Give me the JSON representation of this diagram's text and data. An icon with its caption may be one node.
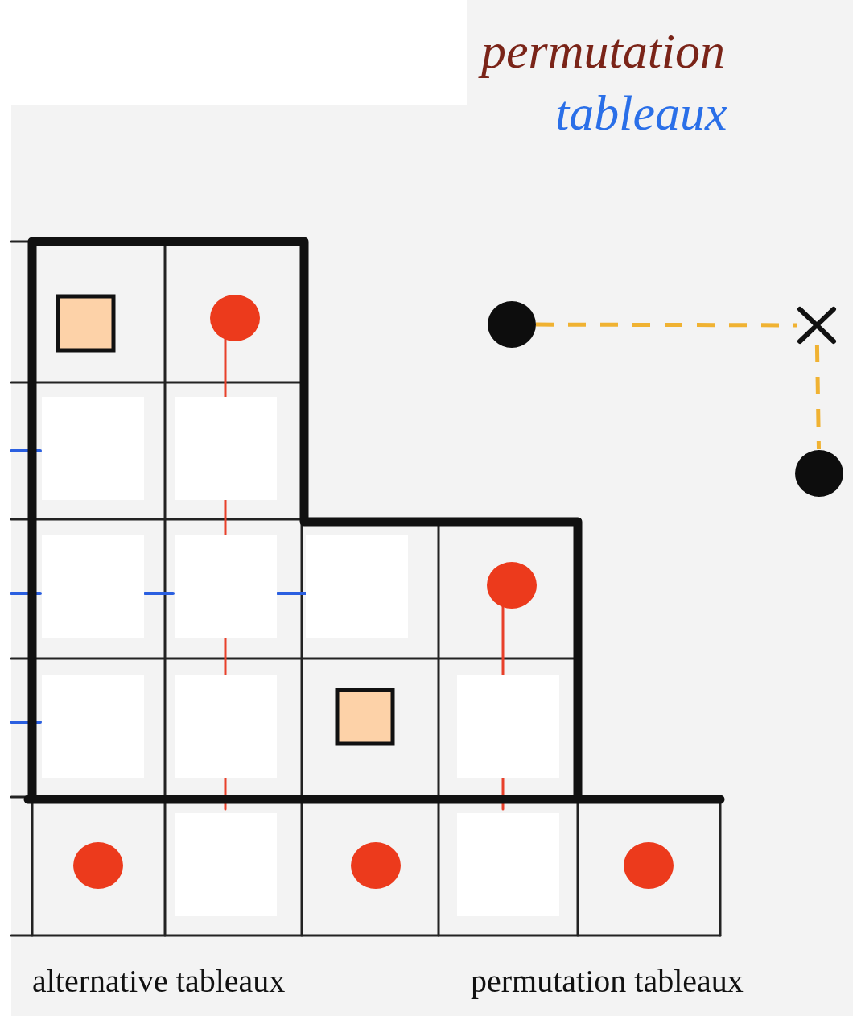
{
  "diagram": {
    "nodes": [
      {
        "text": [],
        "shape": "circle"
      },
      {
        "text": [],
        "shape": "cross"
      },
      {
        "text": [],
        "shape": "circle"
      }
    ],
    "edges": [
      {
        "from": 0,
        "to": 1,
        "arrow": "none",
        "style": "dashed",
        "color": "#f0b232"
      },
      {
        "from": 1,
        "to": 2,
        "arrow": "none",
        "style": "dashed",
        "color": "#f0b232"
      }
    ],
    "labels": [
      "permutation",
      "tableaux",
      "alternative tableaux",
      "permutation tableaux"
    ]
  }
}
